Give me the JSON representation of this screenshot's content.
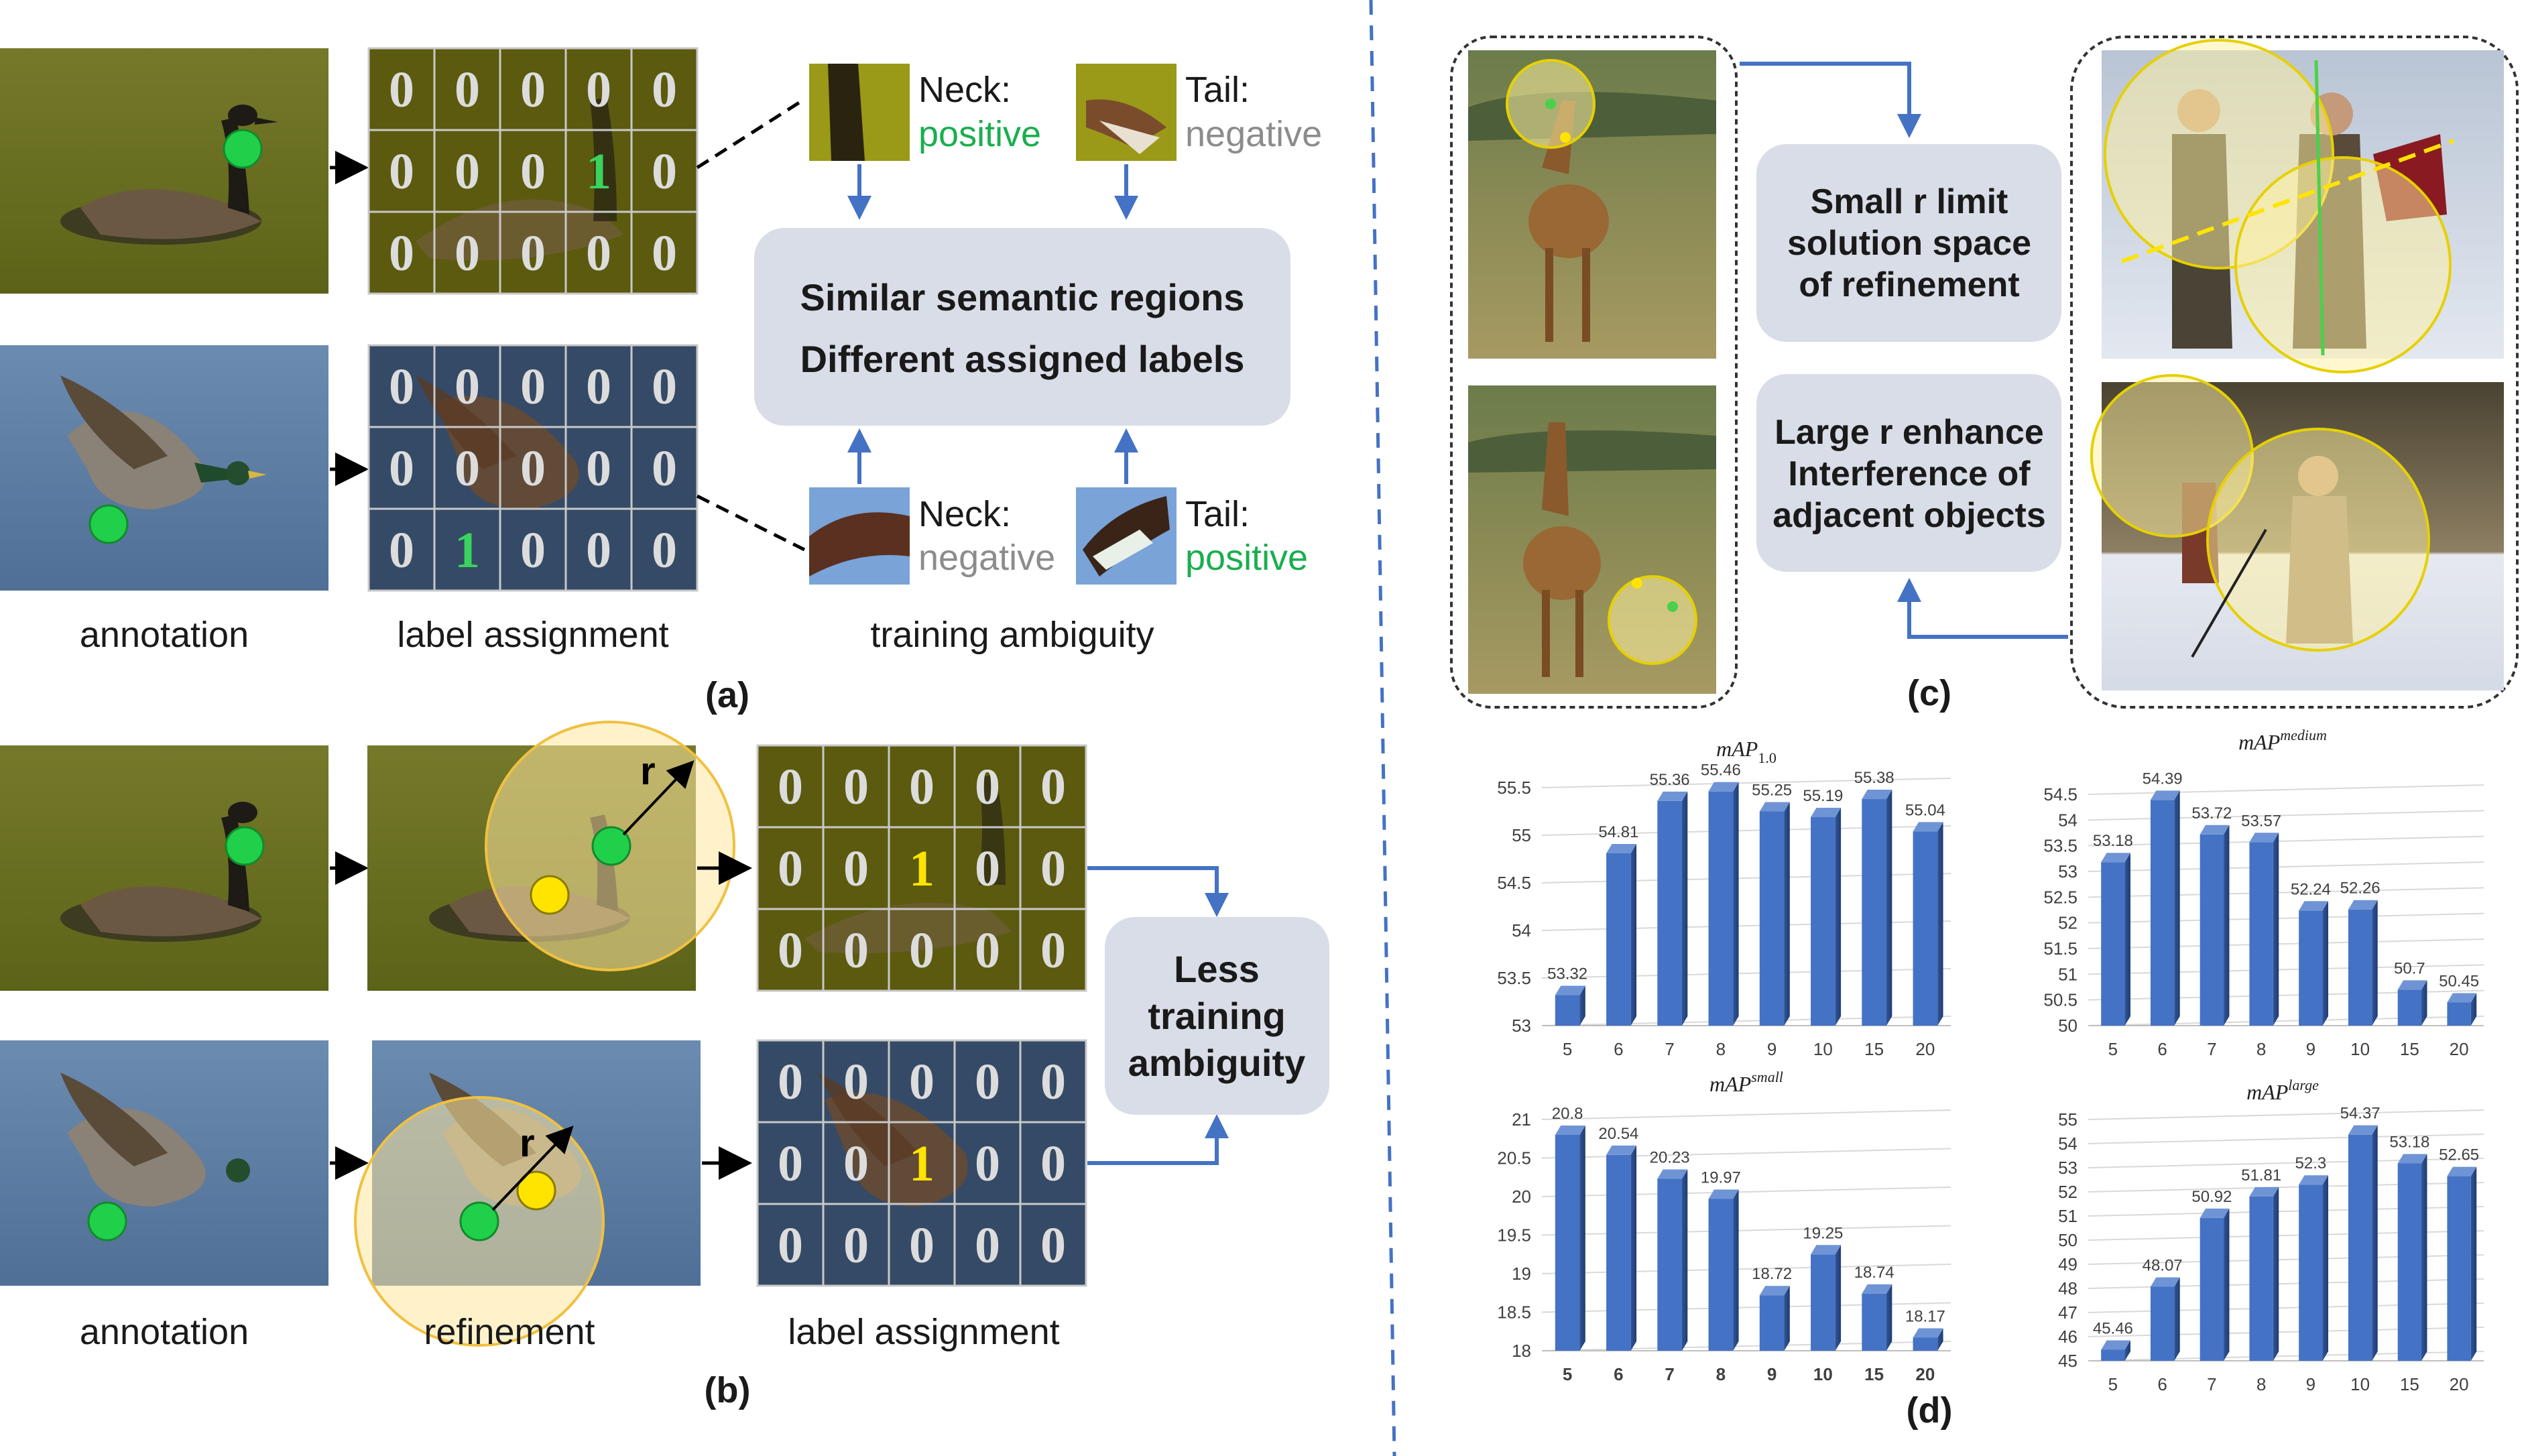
{
  "panel_a": {
    "annotation_label": "annotation",
    "label_assignment_label": "label assignment",
    "training_ambiguity_label": "training ambiguity",
    "caption": "(a)",
    "goose_grid": [
      "0",
      "0",
      "0",
      "0",
      "0",
      "0",
      "0",
      "0",
      "1",
      "0",
      "0",
      "0",
      "0",
      "0",
      "0"
    ],
    "duck_grid": [
      "0",
      "0",
      "0",
      "0",
      "0",
      "0",
      "0",
      "0",
      "0",
      "0",
      "0",
      "1",
      "0",
      "0",
      "0"
    ],
    "goose_neck_label": "Neck:",
    "goose_neck_status": "positive",
    "goose_tail_label": "Tail:",
    "goose_tail_status": "negative",
    "duck_neck_label": "Neck:",
    "duck_neck_status": "negative",
    "duck_tail_label": "Tail:",
    "duck_tail_status": "positive",
    "box_line1": "Similar semantic regions",
    "box_line2": "Different assigned labels"
  },
  "panel_b": {
    "annotation_label": "annotation",
    "refinement_label": "refinement",
    "label_assignment_label": "label assignment",
    "caption": "(b)",
    "r_symbol": "r",
    "goose_grid": [
      "0",
      "0",
      "0",
      "0",
      "0",
      "0",
      "0",
      "1",
      "0",
      "0",
      "0",
      "0",
      "0",
      "0",
      "0"
    ],
    "duck_grid": [
      "0",
      "0",
      "0",
      "0",
      "0",
      "0",
      "0",
      "1",
      "0",
      "0",
      "0",
      "0",
      "0",
      "0",
      "0"
    ],
    "box_line1": "Less",
    "box_line2": "training",
    "box_line3": "ambiguity"
  },
  "panel_c": {
    "caption": "(c)",
    "small_r_line1": "Small r limit",
    "small_r_line2": "solution space",
    "small_r_line3": "of refinement",
    "large_r_line1": "Large r enhance",
    "large_r_line2": "Interference of",
    "large_r_line3": "adjacent objects"
  },
  "panel_d": {
    "caption": "(d)"
  },
  "chart_data": [
    {
      "type": "bar",
      "title_base": "mAP",
      "title_sub": "1.0",
      "title_sup": "",
      "categories": [
        "5",
        "6",
        "7",
        "8",
        "9",
        "10",
        "15",
        "20"
      ],
      "values": [
        53.32,
        54.81,
        55.36,
        55.46,
        55.25,
        55.19,
        55.38,
        55.04
      ],
      "value_labels": [
        "53.32",
        "54.81",
        "55.36",
        "55.46",
        "55.25",
        "55.19",
        "55.38",
        "55.04"
      ],
      "yticks": [
        "53",
        "53.5",
        "54",
        "54.5",
        "55",
        "55.5"
      ],
      "ylim": [
        53,
        55.5
      ],
      "grid": true,
      "bar_color": "#4472c4"
    },
    {
      "type": "bar",
      "title_base": "mAP",
      "title_sub": "",
      "title_sup": "medium",
      "categories": [
        "5",
        "6",
        "7",
        "8",
        "9",
        "10",
        "15",
        "20"
      ],
      "values": [
        53.18,
        54.39,
        53.72,
        53.57,
        52.24,
        52.26,
        50.7,
        50.45
      ],
      "value_labels": [
        "53.18",
        "54.39",
        "53.72",
        "53.57",
        "52.24",
        "52.26",
        "50.7",
        "50.45"
      ],
      "yticks": [
        "50",
        "50.5",
        "51",
        "51.5",
        "52",
        "52.5",
        "53",
        "53.5",
        "54",
        "54.5"
      ],
      "ylim": [
        50,
        54.5
      ],
      "grid": true,
      "bar_color": "#4472c4"
    },
    {
      "type": "bar",
      "title_base": "mAP",
      "title_sub": "",
      "title_sup": "small",
      "categories": [
        "5",
        "6",
        "7",
        "8",
        "9",
        "10",
        "15",
        "20"
      ],
      "values": [
        20.8,
        20.54,
        20.23,
        19.97,
        18.72,
        19.25,
        18.74,
        18.17
      ],
      "value_labels": [
        "20.8",
        "20.54",
        "20.23",
        "19.97",
        "18.72",
        "19.25",
        "18.74",
        "18.17"
      ],
      "yticks": [
        "18",
        "18.5",
        "19",
        "19.5",
        "20",
        "20.5",
        "21"
      ],
      "ylim": [
        18,
        21
      ],
      "grid": true,
      "bar_color": "#4472c4"
    },
    {
      "type": "bar",
      "title_base": "mAP",
      "title_sub": "",
      "title_sup": "large",
      "categories": [
        "5",
        "6",
        "7",
        "8",
        "9",
        "10",
        "15",
        "20"
      ],
      "values": [
        45.46,
        48.07,
        50.92,
        51.81,
        52.3,
        54.37,
        53.18,
        52.65
      ],
      "value_labels": [
        "45.46",
        "48.07",
        "50.92",
        "51.81",
        "52.3",
        "54.37",
        "53.18",
        "52.65"
      ],
      "yticks": [
        "45",
        "46",
        "47",
        "48",
        "49",
        "50",
        "51",
        "52",
        "53",
        "54",
        "55"
      ],
      "ylim": [
        45,
        55
      ],
      "grid": true,
      "bar_color": "#4472c4"
    }
  ],
  "colors": {
    "positive": "#1aae4f",
    "negative": "#8c8c8c",
    "arrow_blue": "#4472c4",
    "box_fill": "#d9dde7",
    "goose_grid_fill": "#5b5a0e",
    "duck_grid_fill": "#354a66",
    "label_one_green": "#3ad35e",
    "label_one_yellow": "#ffe400"
  }
}
